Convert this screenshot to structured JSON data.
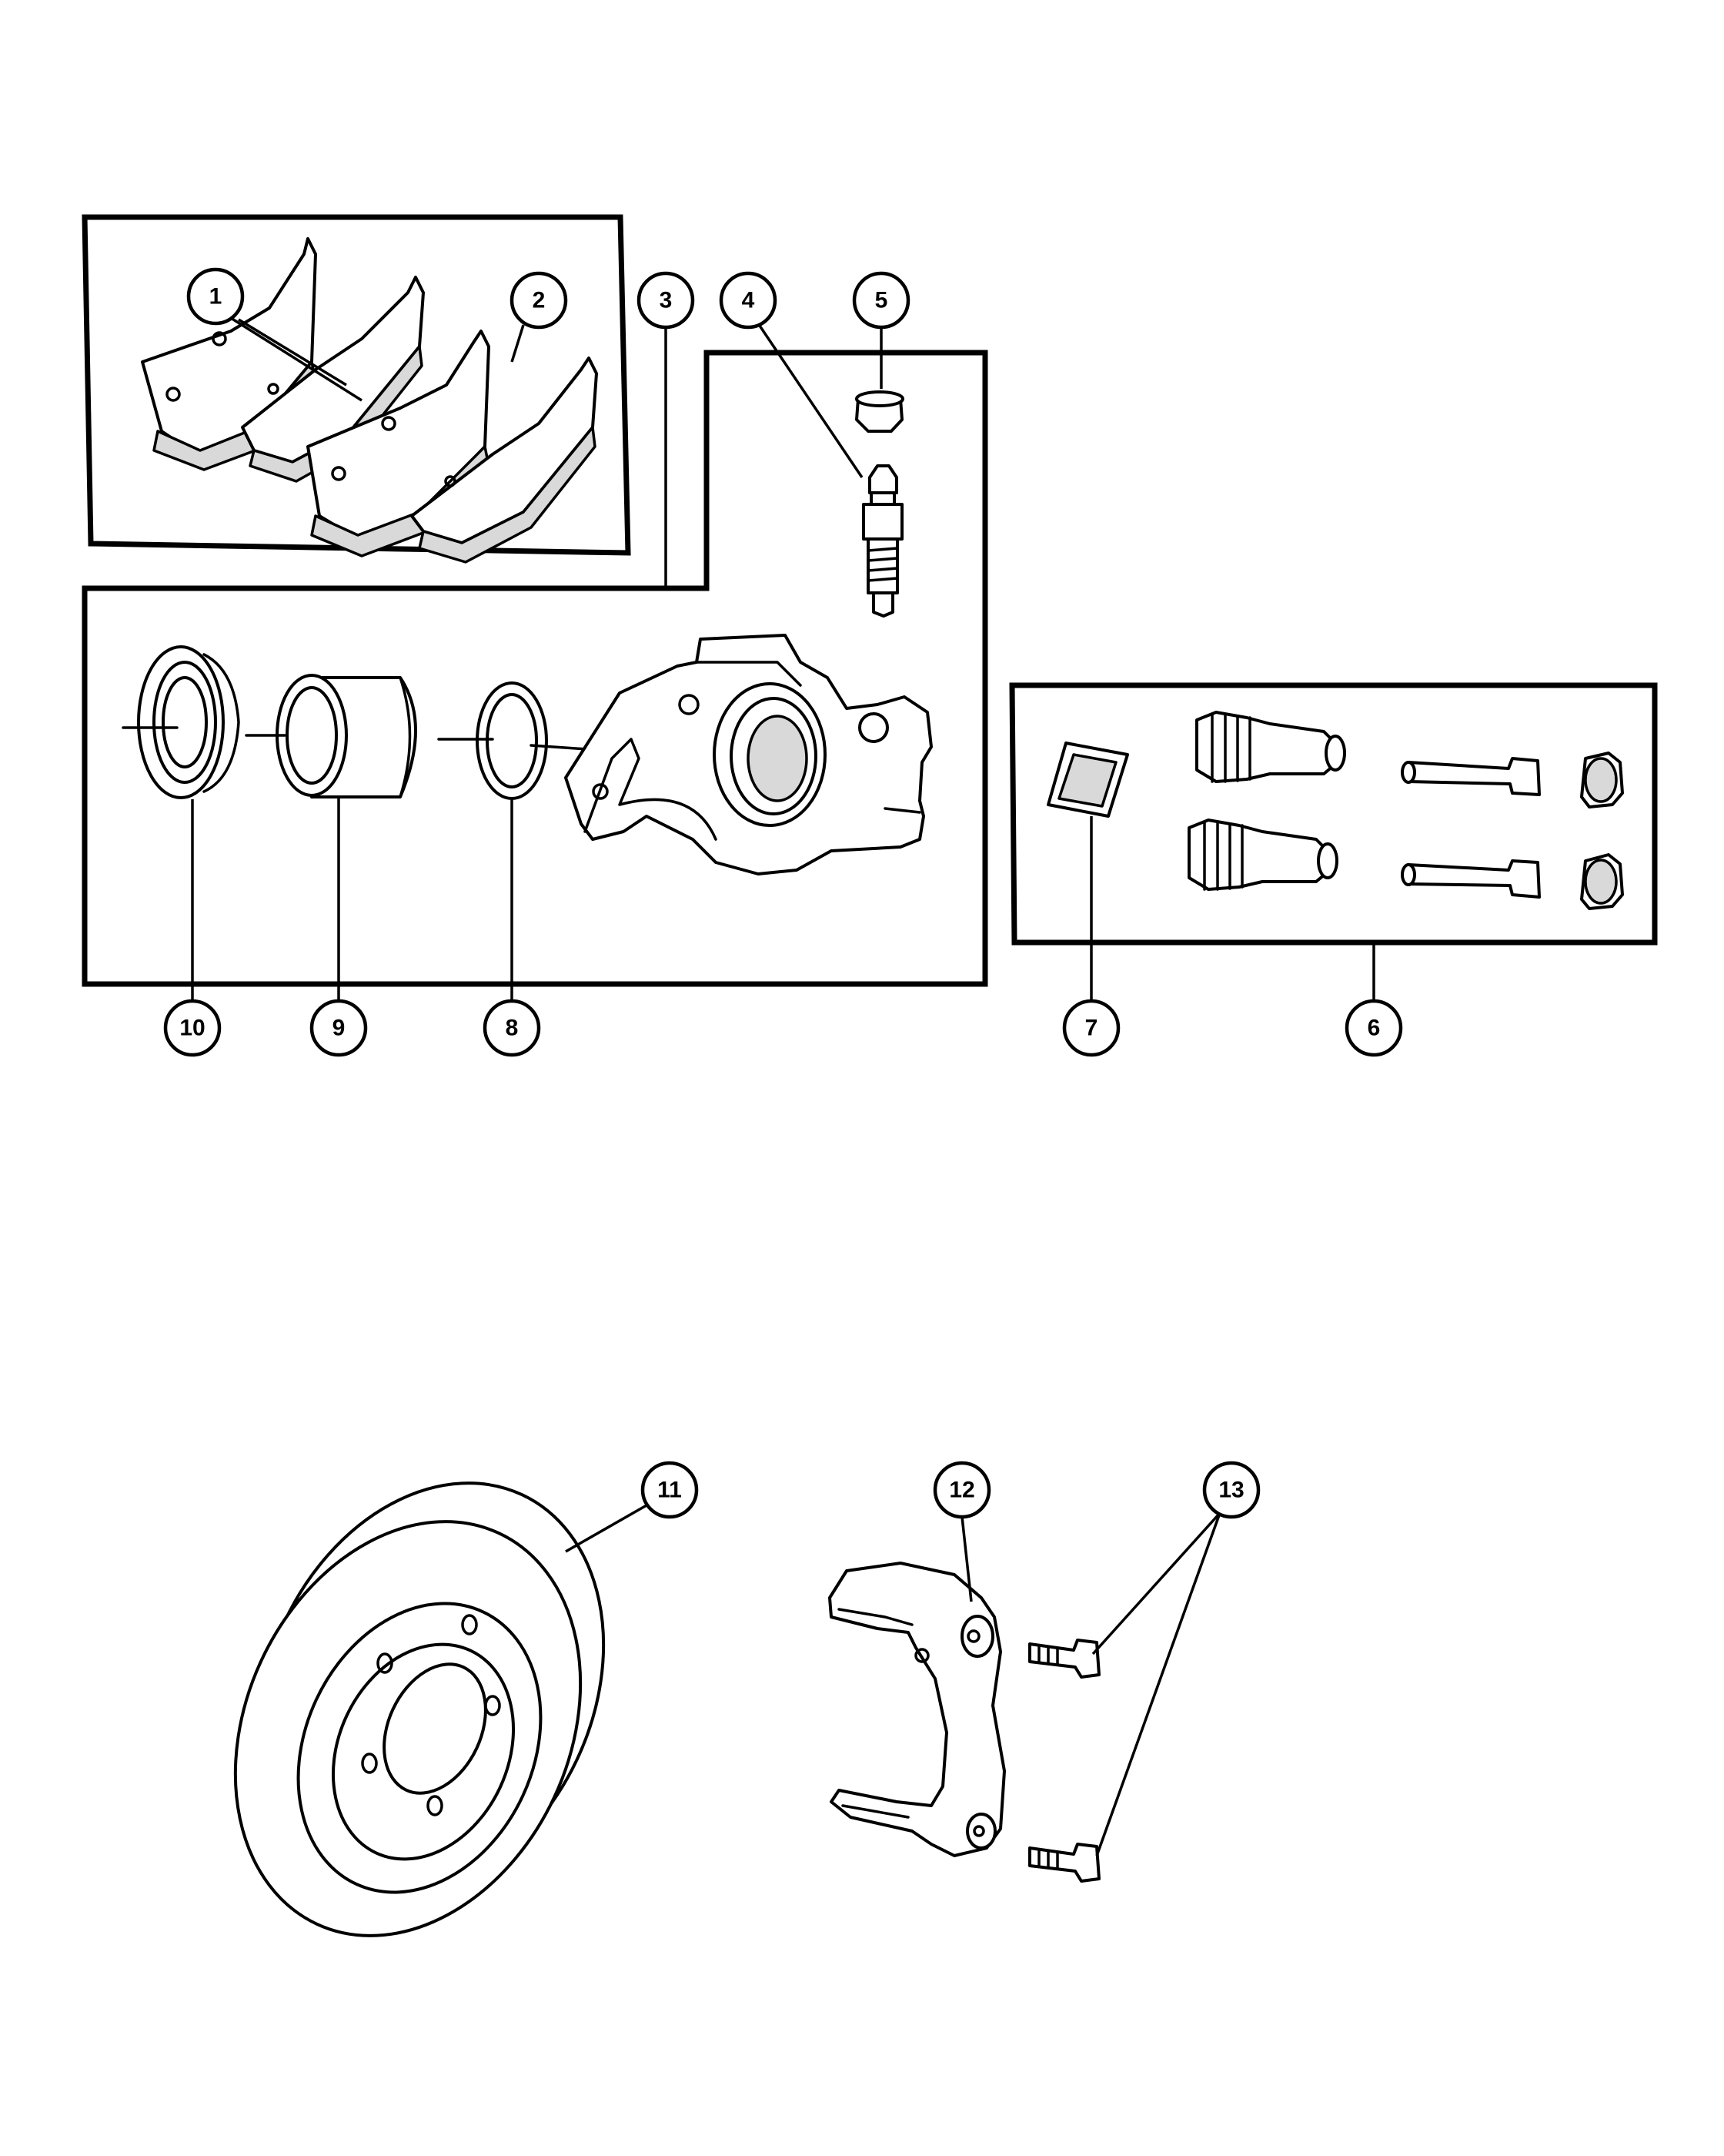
{
  "callouts": [
    {
      "id": "1",
      "label": "1"
    },
    {
      "id": "2",
      "label": "2"
    },
    {
      "id": "3",
      "label": "3"
    },
    {
      "id": "4",
      "label": "4"
    },
    {
      "id": "5",
      "label": "5"
    },
    {
      "id": "6",
      "label": "6"
    },
    {
      "id": "7",
      "label": "7"
    },
    {
      "id": "8",
      "label": "8"
    },
    {
      "id": "9",
      "label": "9"
    },
    {
      "id": "10",
      "label": "10"
    },
    {
      "id": "11",
      "label": "11"
    },
    {
      "id": "12",
      "label": "12"
    },
    {
      "id": "13",
      "label": "13"
    }
  ],
  "colors": {
    "line": "#000000",
    "background": "#ffffff",
    "shade": "#d9d9d9"
  }
}
